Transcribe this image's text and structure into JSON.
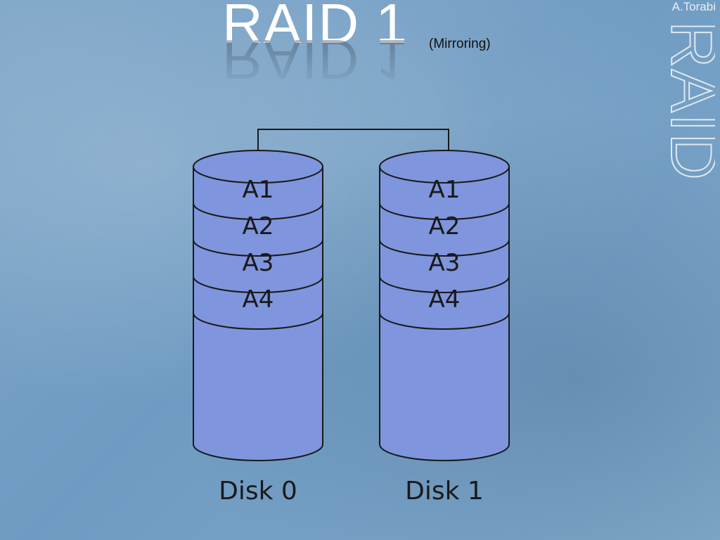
{
  "slide": {
    "title": "RAID 1",
    "subtitle": "(Mirroring)",
    "author": "A.Torabi",
    "side_word": "RAID"
  },
  "colors": {
    "disk_fill": "#7f95dd",
    "disk_stroke": "#1a1a1a",
    "text_dark": "#1a1a1a",
    "background": "#759fc6"
  },
  "disks": [
    {
      "label": "Disk 0",
      "blocks": [
        "A1",
        "A2",
        "A3",
        "A4"
      ]
    },
    {
      "label": "Disk 1",
      "blocks": [
        "A1",
        "A2",
        "A3",
        "A4"
      ]
    }
  ]
}
